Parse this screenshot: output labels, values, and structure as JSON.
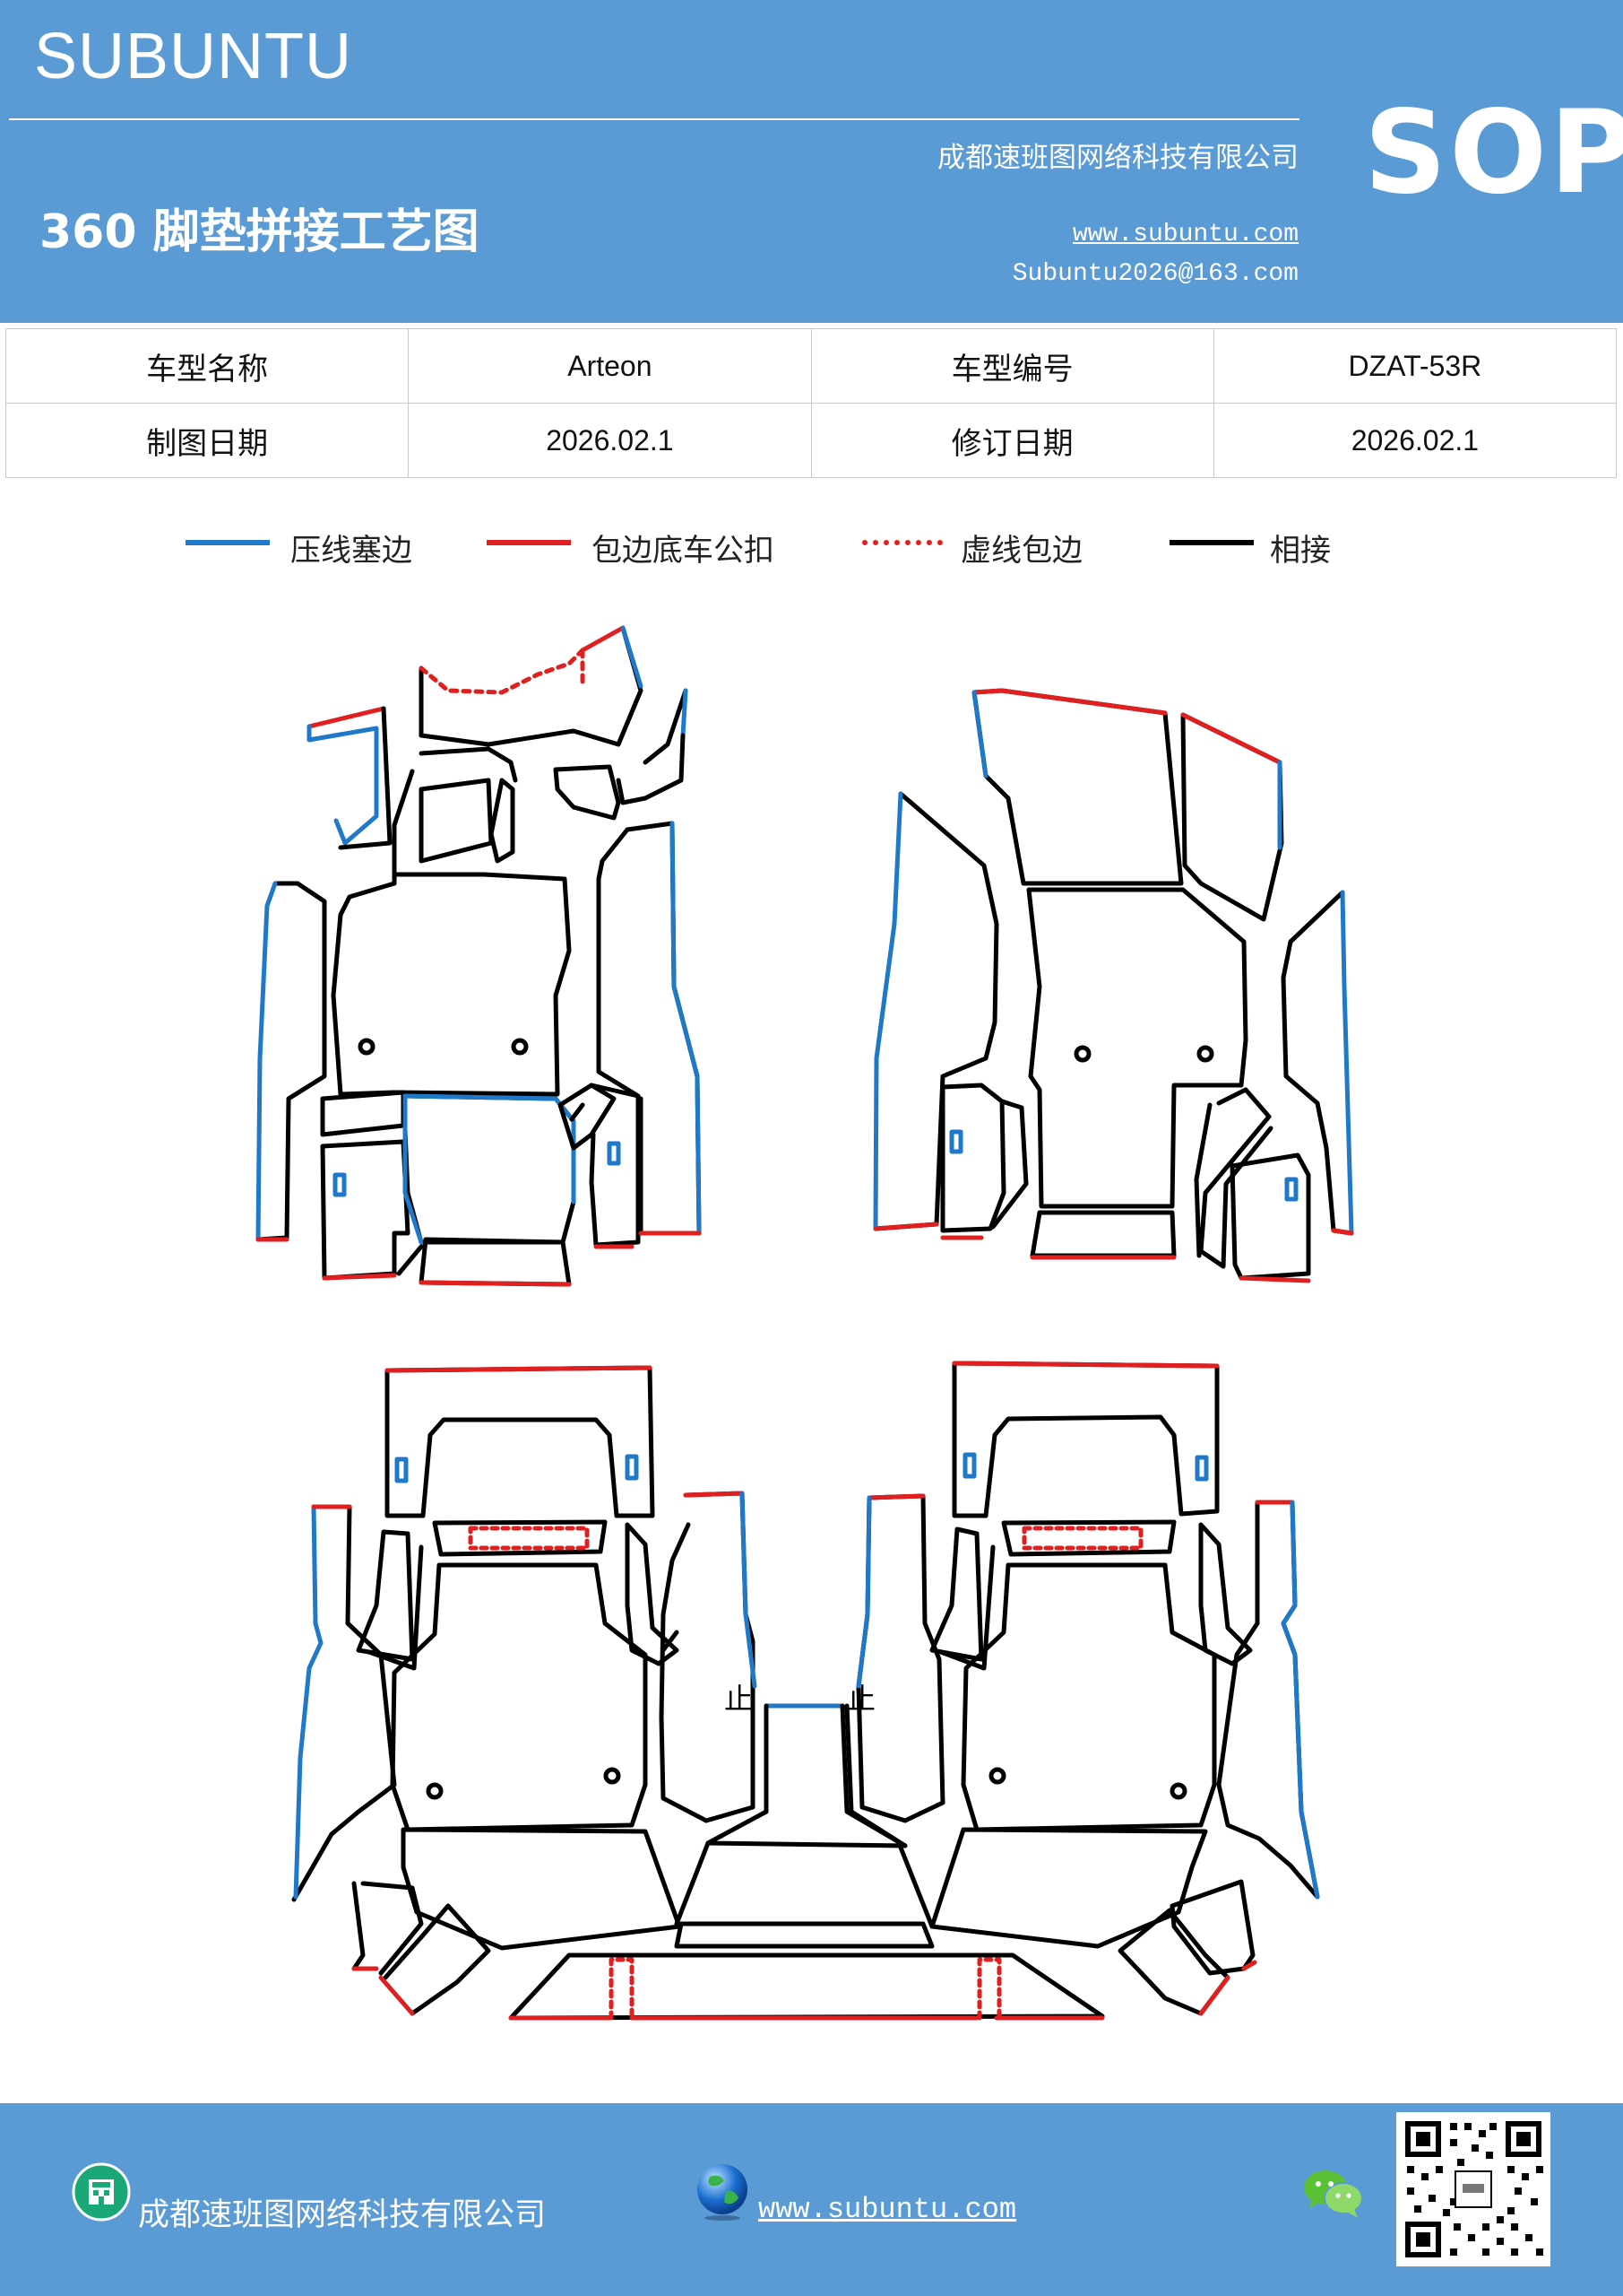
{
  "header": {
    "brand": "SUBUNTU",
    "sop": "SOP",
    "company": "成都速班图网络科技有限公司",
    "title": "360 脚垫拼接工艺图",
    "website": "www.subuntu.com",
    "email": "Subuntu2026@163.com"
  },
  "info": {
    "model_name_label": "车型名称",
    "model_name": "Arteon",
    "model_code_label": "车型编号",
    "model_code": "DZAT-53R",
    "draw_date_label": "制图日期",
    "draw_date": "2026.02.1",
    "revise_date_label": "修订日期",
    "revise_date": "2026.02.1"
  },
  "legend": [
    {
      "label": "压线塞边",
      "color": "#1f78c8",
      "style": "solid"
    },
    {
      "label": "包边底车公扣",
      "color": "#e02020",
      "style": "solid"
    },
    {
      "label": "虚线包边",
      "color": "#e02020",
      "style": "dotted"
    },
    {
      "label": "相接",
      "color": "#000000",
      "style": "solid"
    }
  ],
  "diagram": {
    "mark_left": "止",
    "mark_right": "止"
  },
  "footer": {
    "company": "成都速班图网络科技有限公司",
    "website": "www.subuntu.com"
  },
  "colors": {
    "brand_blue": "#5b9bd5",
    "press_line": "#1f78c8",
    "wrap_line": "#e02020",
    "join_line": "#000000"
  }
}
